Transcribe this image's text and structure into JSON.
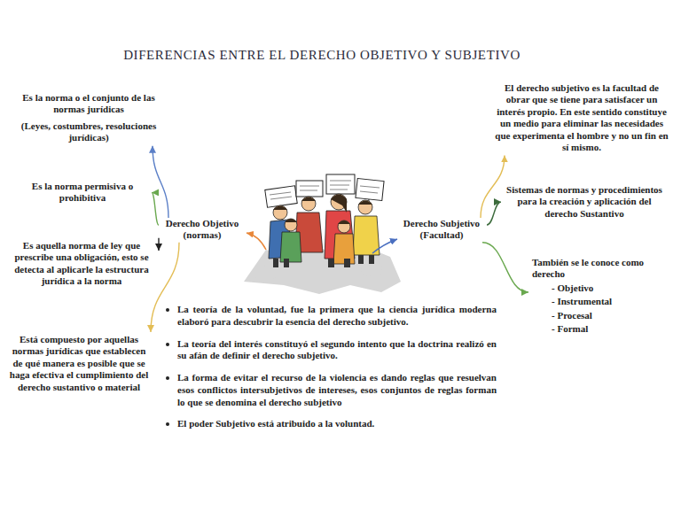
{
  "diagram": {
    "title": "DIFERENCIAS ENTRE EL DERECHO OBJETIVO Y SUBJETIVO",
    "nodes": [
      {
        "text": [
          "Es la norma o el conjunto de las normas jurídicas",
          "(Leyes, costumbres, resoluciones jurídicas)"
        ]
      },
      {
        "text": [
          "Es la norma permisiva o prohibitiva"
        ]
      },
      {
        "text": [
          "Es aquella norma de ley que prescribe una obligación, esto se detecta al aplicarle la estructura jurídica a la norma"
        ]
      },
      {
        "text": [
          "Está compuesto por aquellas normas jurídicas que establecen de qué manera es posible que se haga efectiva el cumplimiento del derecho sustantivo o material"
        ]
      },
      {
        "text": [
          "Derecho Objetivo (normas)"
        ]
      },
      {
        "text": [
          "Derecho Subjetivo (Facultad)"
        ]
      },
      {
        "text": [
          "El derecho subjetivo es la facultad de obrar que se tiene para satisfacer un interés propio. En este sentido constituye un medio para eliminar las necesidades que experimenta el hombre y no un fin en sí mismo."
        ]
      },
      {
        "text": [
          "Sistemas de normas y procedimientos para la creación y aplicación del derecho Sustantivo"
        ]
      },
      {
        "text": [
          "También se le conoce como derecho",
          "- Objetivo",
          "- Instrumental",
          "- Procesal",
          "- Formal"
        ]
      }
    ],
    "edges": [
      {
        "from": 4,
        "to": 0,
        "arrow": "to"
      },
      {
        "from": 4,
        "to": 1,
        "arrow": "to"
      },
      {
        "from": 4,
        "to": 2,
        "arrow": "to"
      },
      {
        "from": 4,
        "to": 3,
        "arrow": "to"
      },
      {
        "from": 5,
        "to": 6,
        "arrow": "to"
      },
      {
        "from": 5,
        "to": 7,
        "arrow": "to"
      },
      {
        "from": 5,
        "to": 8,
        "arrow": "to"
      }
    ],
    "labels": [
      "La teoría de la voluntad, fue la primera que la ciencia jurídica moderna elaboró para descubrir la esencia del derecho subjetivo.",
      "La teoría del interés constituyó el segundo intento que la doctrina realizó en su afán de definir el derecho subjetivo.",
      "La forma de evitar el recurso de la violencia es dando reglas que resuelvan esos conflictos intersubjetivos de intereses, esos conjuntos de reglas forman lo que se denomina el derecho subjetivo",
      "El poder Subjetivo está atribuido a la voluntad."
    ]
  }
}
